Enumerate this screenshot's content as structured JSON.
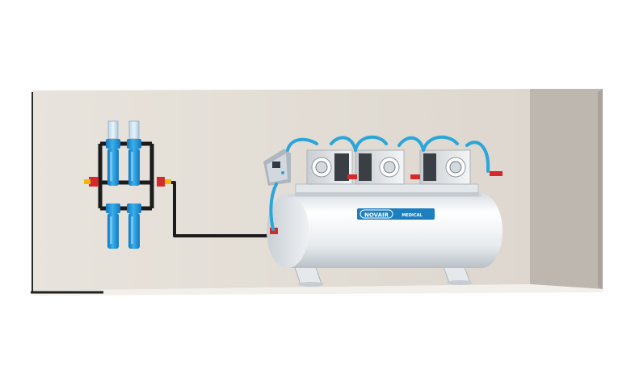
{
  "image": {
    "subject": "dental-air-compressor-installation",
    "brand_label": "NOVAIR",
    "brand_sublabel": "MEDICAL",
    "colors": {
      "background": "#ffffff",
      "wall": "#e4dfd8",
      "wall_side": "#b9b4ae",
      "floor": "#efebe6",
      "tank": "#f1f3f5",
      "tank_shade": "#cfd5da",
      "hose": "#2aa6d8",
      "filter_blue": "#1e90d6",
      "pipe": "#1b1b1b",
      "valve": "#d62a2a",
      "label_blue": "#1d7fc0",
      "panel": "#bfc7cf"
    }
  }
}
